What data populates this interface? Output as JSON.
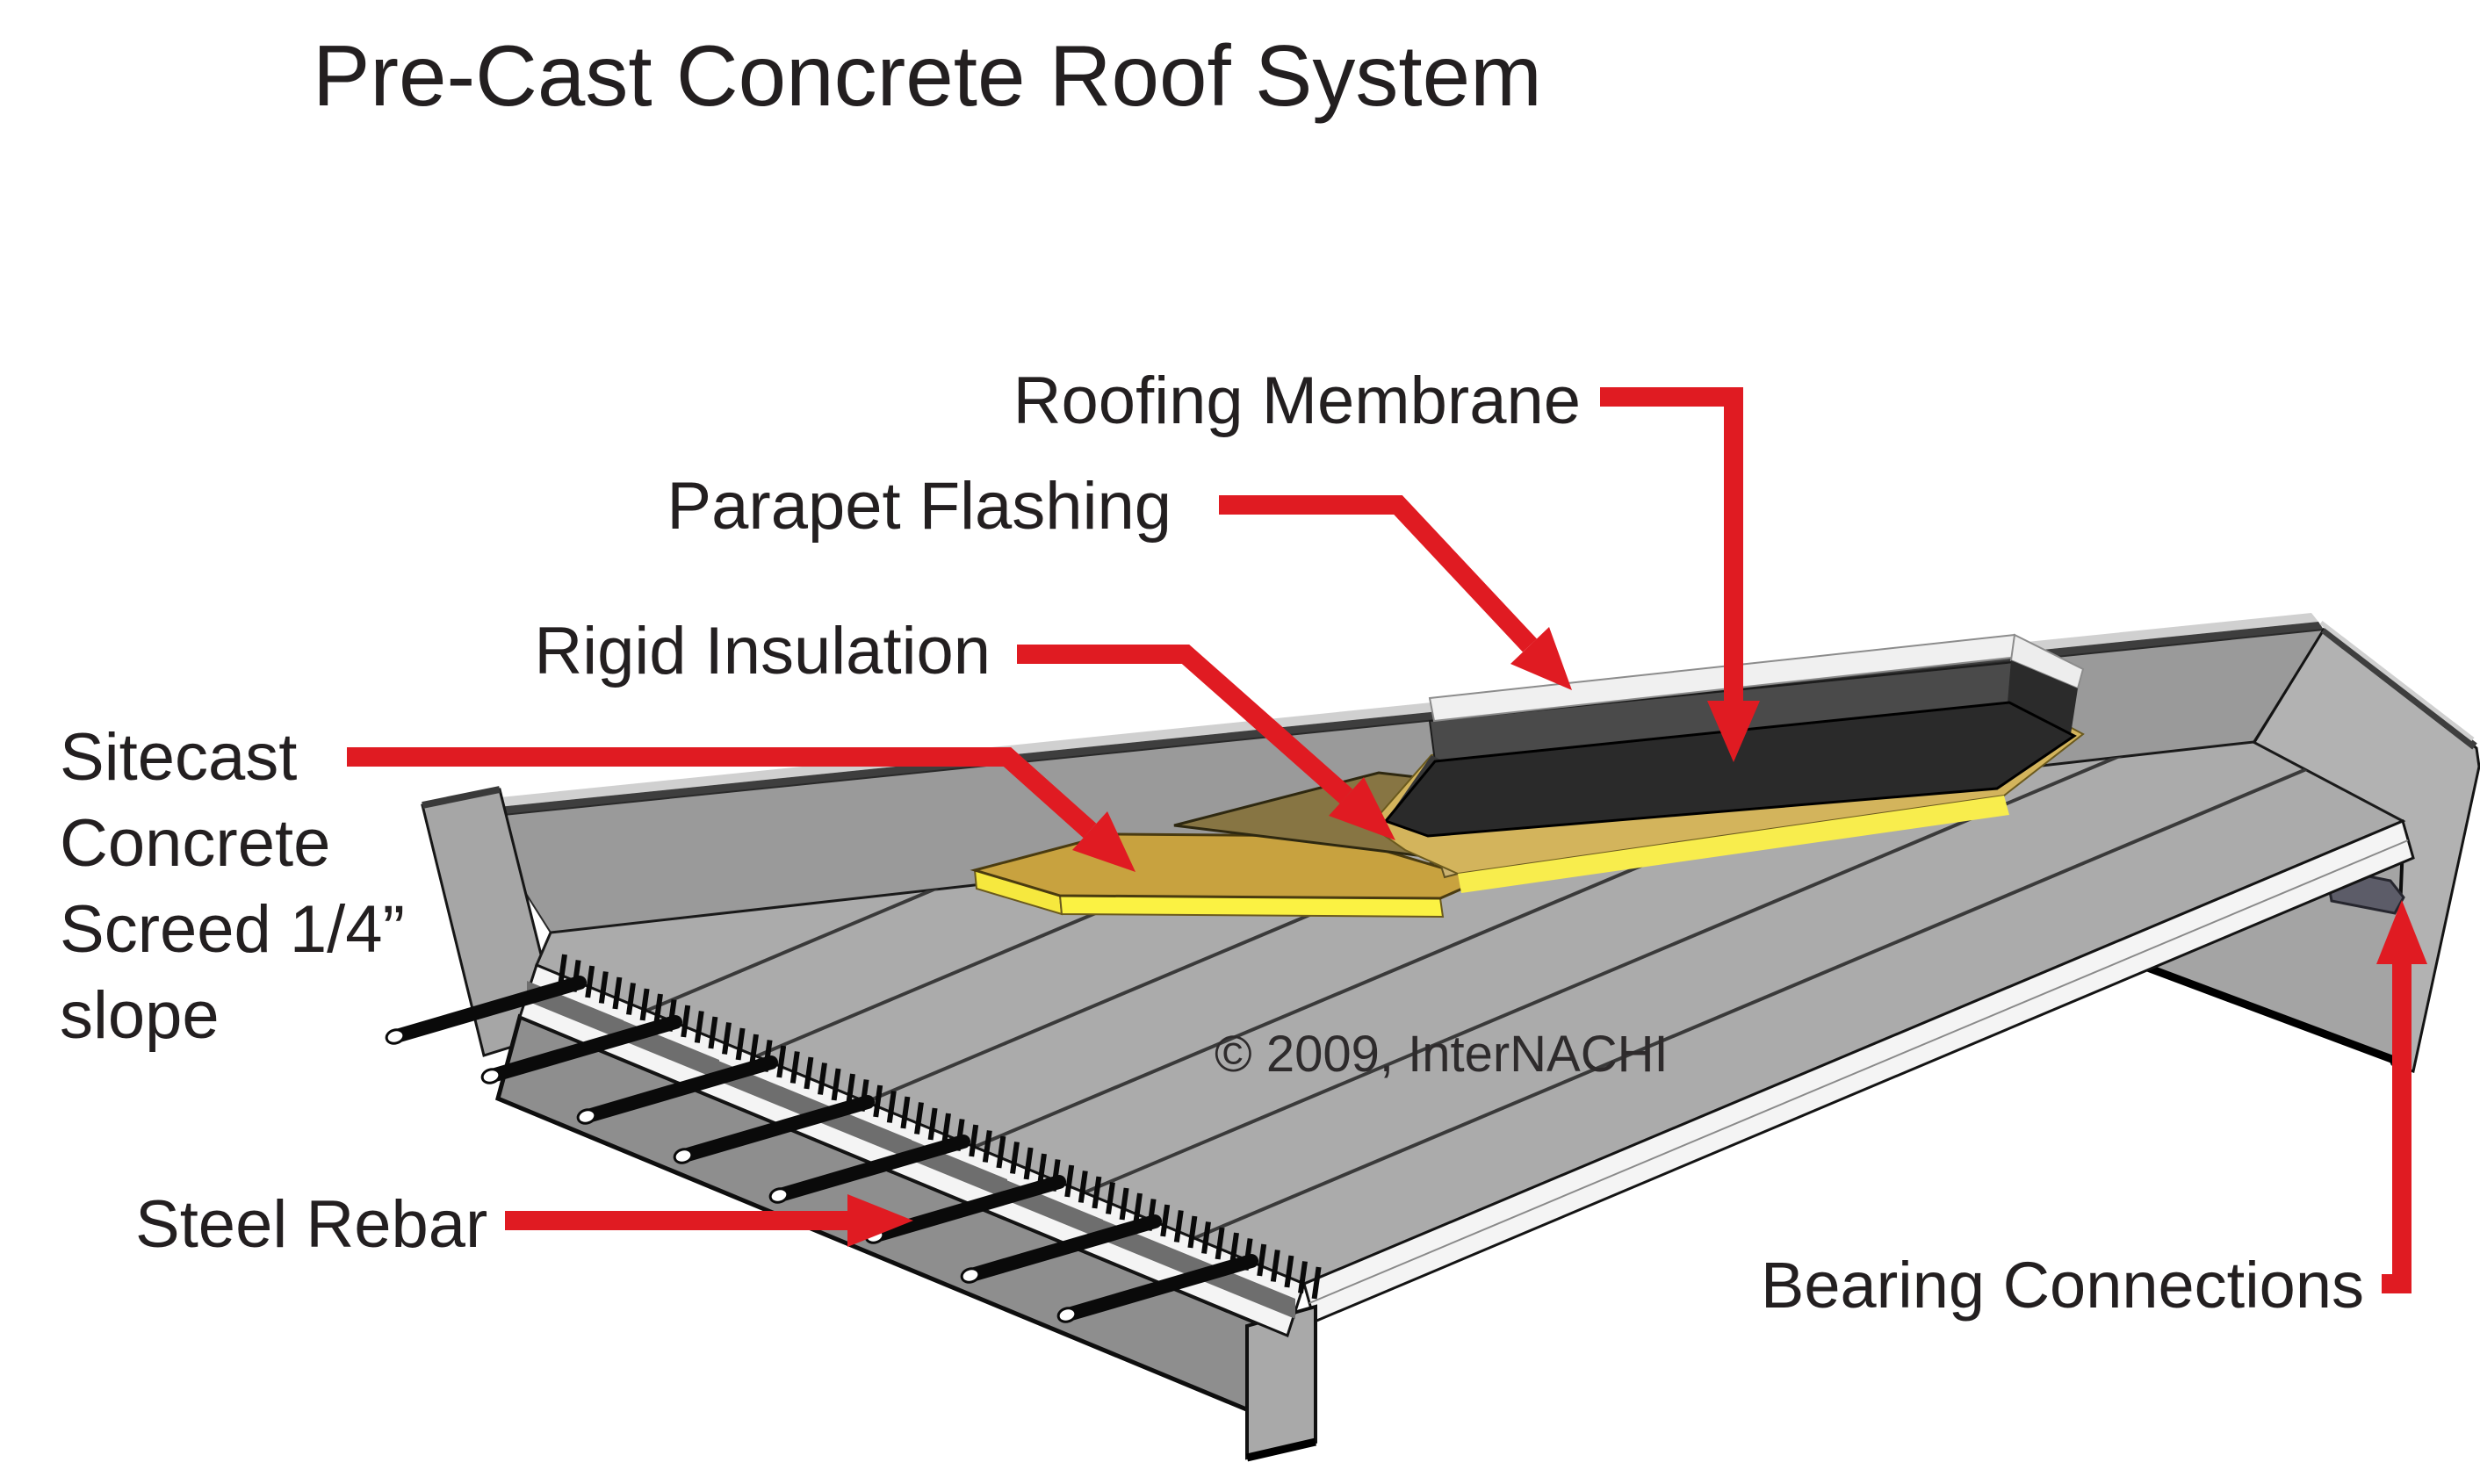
{
  "title": "Pre-Cast Concrete Roof System",
  "copyright": "© 2009, InterNACHI",
  "labels": {
    "roofing_membrane": "Roofing Membrane",
    "parapet_flashing": "Parapet Flashing",
    "rigid_insulation": "Rigid Insulation",
    "sitecast_lines": [
      "Sitecast",
      "Concrete",
      "Screed 1/4”",
      "slope"
    ],
    "steel_rebar": "Steel Rebar",
    "bearing_connections": "Bearing Connections"
  },
  "colors": {
    "arrow": "#E01B22",
    "text": "#231F20",
    "deck": "#ABABAB",
    "wall": "#9A9A9A",
    "membrane": "#2A2A2A",
    "insulation": "#877543",
    "screed_gold": "#C8A23F",
    "screed_edge": "#FBF243",
    "flashing": "#F0F0F0",
    "bearing_pad": "#5C5C68",
    "rebar": "#0A0A0A"
  }
}
